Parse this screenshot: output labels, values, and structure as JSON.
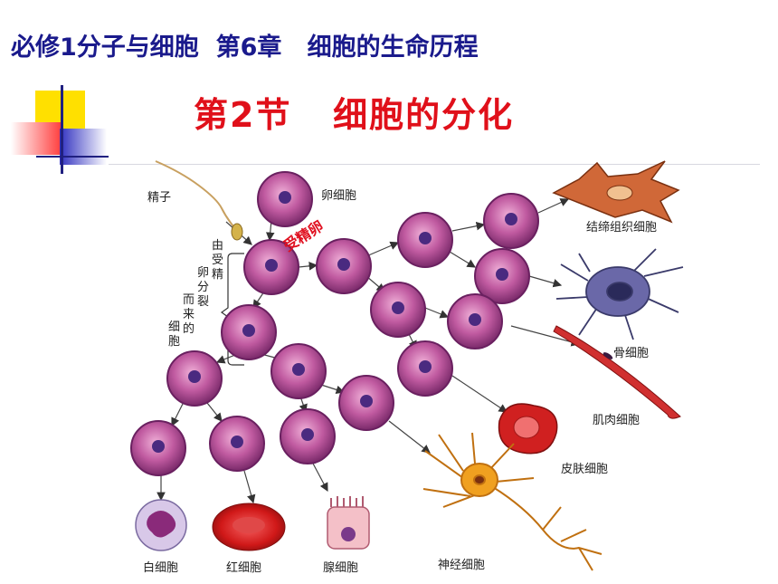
{
  "slide": {
    "header": "必修1分子与细胞  第6章   细胞的生命历程",
    "title": "第2节   细胞的分化"
  },
  "diagram": {
    "labels": {
      "sperm": "精子",
      "egg": "卵细胞",
      "zygote": "受精卵",
      "division_note": "由受精卵分裂而来的细胞",
      "connective": "结缔组织细胞",
      "bone": "骨细胞",
      "muscle": "肌肉细胞",
      "skin": "皮肤细胞",
      "nerve": "神经细胞",
      "wbc": "白细胞",
      "rbc": "红细胞",
      "gland": "腺细胞"
    }
  },
  "colors": {
    "header": "#1a1a8c",
    "title": "#e0101a",
    "cell_body": "#b04a8e",
    "cell_nucleus": "#4a2a80"
  }
}
